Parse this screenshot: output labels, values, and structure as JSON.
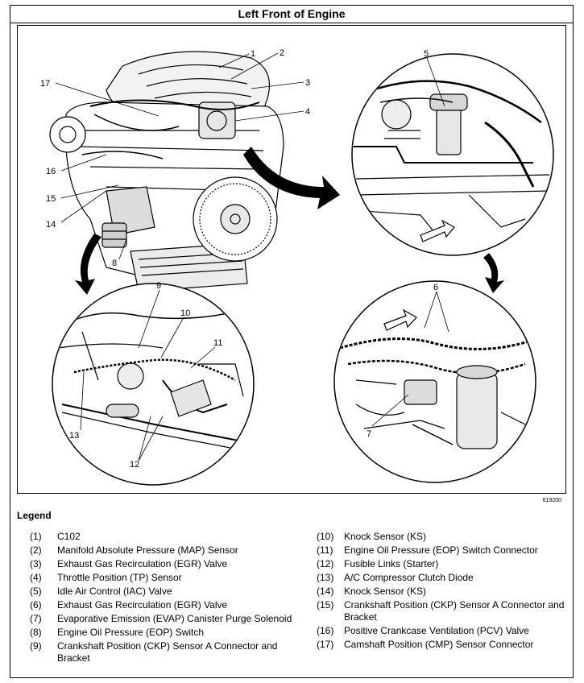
{
  "title": "Left Front of Engine",
  "figure_id": "619200",
  "legend_title": "Legend",
  "callouts": [
    "1",
    "2",
    "3",
    "4",
    "5",
    "6",
    "7",
    "8",
    "9",
    "10",
    "11",
    "12",
    "13",
    "14",
    "15",
    "16",
    "17"
  ],
  "legend_left": [
    {
      "num": "(1)",
      "text": "C102"
    },
    {
      "num": "(2)",
      "text": "Manifold Absolute Pressure (MAP) Sensor"
    },
    {
      "num": "(3)",
      "text": "Exhaust Gas Recirculation (EGR) Valve"
    },
    {
      "num": "(4)",
      "text": "Throttle Position (TP) Sensor"
    },
    {
      "num": "(5)",
      "text": "Idle Air Control (IAC) Valve"
    },
    {
      "num": "(6)",
      "text": "Exhaust Gas Recirculation (EGR) Valve"
    },
    {
      "num": "(7)",
      "text": "Evaporative Emission (EVAP) Canister Purge Solenoid"
    },
    {
      "num": "(8)",
      "text": "Engine Oil Pressure (EOP) Switch"
    },
    {
      "num": "(9)",
      "text": "Crankshaft Position (CKP) Sensor A Connector and Bracket"
    }
  ],
  "legend_right": [
    {
      "num": "(10)",
      "text": "Knock Sensor (KS)"
    },
    {
      "num": "(11)",
      "text": "Engine Oil Pressure (EOP) Switch Connector"
    },
    {
      "num": "(12)",
      "text": "Fusible Links (Starter)"
    },
    {
      "num": "(13)",
      "text": "A/C Compressor Clutch Diode"
    },
    {
      "num": "(14)",
      "text": "Knock Sensor (KS)"
    },
    {
      "num": "(15)",
      "text": "Crankshaft Position (CKP) Sensor A Connector and Bracket"
    },
    {
      "num": "(16)",
      "text": "Positive Crankcase Ventilation (PCV) Valve"
    },
    {
      "num": "(17)",
      "text": "Camshaft Position (CMP) Sensor Connector"
    }
  ]
}
